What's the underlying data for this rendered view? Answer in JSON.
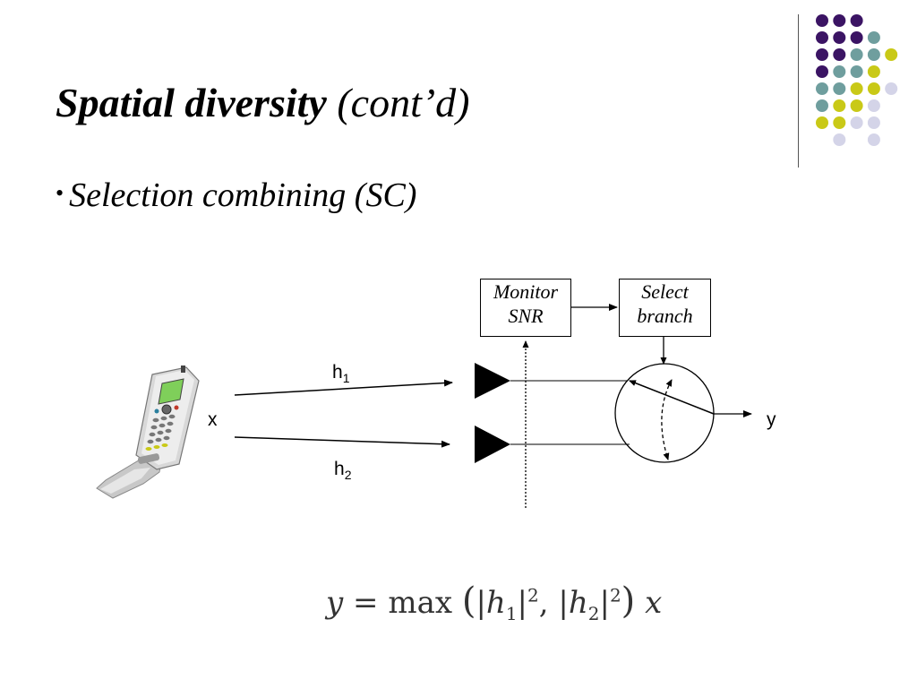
{
  "slide": {
    "title_bold": "Spatial diversity",
    "title_rest": "(cont’d)",
    "bullet": "Selection combining (SC)"
  },
  "diagram": {
    "monitor_line1": "Monitor",
    "monitor_line2": "SNR",
    "select_line1": "Select",
    "select_line2": "branch",
    "input_label": "x",
    "output_label": "y",
    "h1_base": "h",
    "h1_sub": "1",
    "h2_base": "h",
    "h2_sub": "2"
  },
  "formula": {
    "lhs": "y",
    "eq": " = max ",
    "h": "h",
    "sub1": "1",
    "sub2": "2",
    "exp": "2",
    "x": "x"
  },
  "decor": {
    "colors": {
      "purple": "#3b1464",
      "teal": "#6f9e9e",
      "yellow": "#c9c917",
      "lavender": "#d4d4e8"
    }
  }
}
